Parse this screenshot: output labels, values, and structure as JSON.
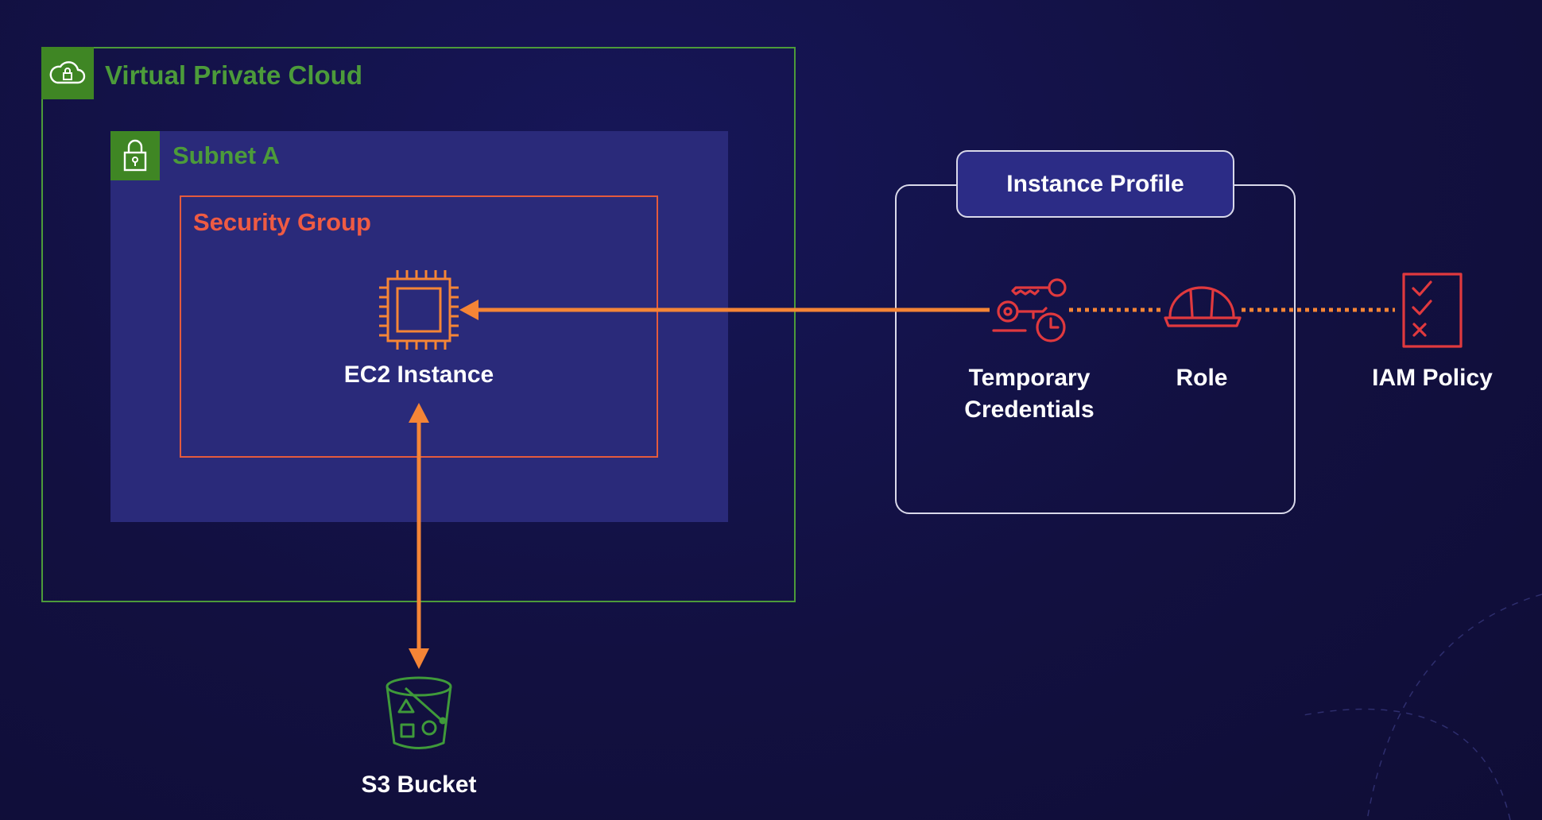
{
  "vpc": {
    "title": "Virtual Private Cloud",
    "icon": "cloud-lock-icon"
  },
  "subnet": {
    "title": "Subnet A",
    "icon": "padlock-icon"
  },
  "security_group": {
    "title": "Security Group"
  },
  "ec2": {
    "label": "EC2 Instance",
    "icon": "chip-icon"
  },
  "s3": {
    "label": "S3 Bucket",
    "icon": "bucket-icon"
  },
  "instance_profile": {
    "title": "Instance Profile"
  },
  "temporary_credentials": {
    "label_line1": "Temporary",
    "label_line2": "Credentials",
    "icon": "keys-clock-icon"
  },
  "role": {
    "label": "Role",
    "icon": "hard-hat-icon"
  },
  "iam_policy": {
    "label": "IAM Policy",
    "icon": "checklist-icon"
  },
  "colors": {
    "background": "#121040",
    "vpc_green": "#3f8624",
    "subnet_fill": "#2a2a7a",
    "security_red": "#e45a3d",
    "arrow_orange": "#f58536",
    "iam_red": "#e0393e",
    "text": "#ffffff"
  }
}
